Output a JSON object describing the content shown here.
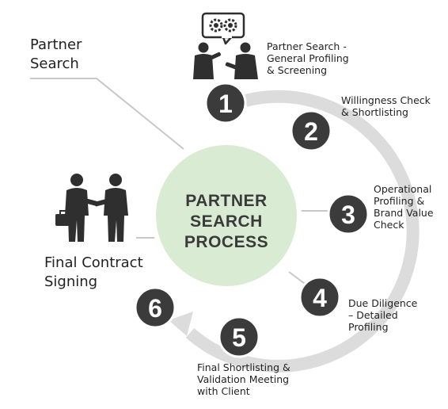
{
  "diagram": {
    "center_lines": [
      "PARTNER",
      "SEARCH",
      "PROCESS"
    ],
    "start_label": [
      "Partner",
      "Search"
    ],
    "end_label": [
      "Final Contract",
      "Signing"
    ],
    "colors": {
      "center_fill": "#d9ebd3",
      "step_circle": "#3b3b3b",
      "ring": "#dcdcdc",
      "line": "#c8c8c8",
      "icon": "#2f2f2f"
    },
    "icons": {
      "top": "meeting-gears-icon",
      "left": "handshake-icon"
    },
    "steps": [
      {
        "number": "1",
        "label": [
          "Partner Search -",
          "General Profiling",
          "& Screening"
        ]
      },
      {
        "number": "2",
        "label": [
          "Willingness Check",
          "& Shortlisting"
        ]
      },
      {
        "number": "3",
        "label": [
          "Operational",
          "Profiling &",
          "Brand Value",
          "Check"
        ]
      },
      {
        "number": "4",
        "label": [
          "Due Diligence",
          "– Detailed",
          "Profiling"
        ]
      },
      {
        "number": "5",
        "label": [
          "Final Shortlisting &",
          "Validation Meeting",
          "with Client"
        ]
      },
      {
        "number": "6",
        "label": []
      }
    ]
  }
}
